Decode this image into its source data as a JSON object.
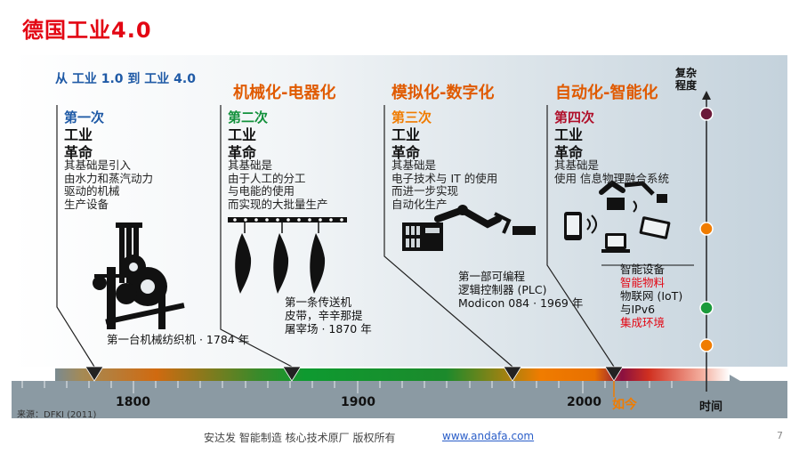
{
  "title": "德国工业4.0",
  "subtitle": "从 工业 1.0 到 工业 4.0",
  "complexity_label": [
    "复杂",
    "程度"
  ],
  "eras": [
    {
      "label": "机械化-电器化",
      "color": "#e05a00"
    },
    {
      "label": "模拟化-数字化",
      "color": "#e05a00"
    },
    {
      "label": "自动化-智能化",
      "color": "#e05a00"
    }
  ],
  "revolutions": [
    {
      "number": "第一次",
      "color": "#1f5aa6",
      "line1": "工业",
      "line2": "革命",
      "desc": [
        "其基础是引入",
        "由水力和蒸汽动力",
        "驱动的机械",
        "生产设备"
      ],
      "milestone": [
        "第一台机械纺织机 · 1784 年"
      ]
    },
    {
      "number": "第二次",
      "color": "#13913c",
      "line1": "工业",
      "line2": "革命",
      "desc": [
        "其基础是",
        "由于人工的分工",
        "与电能的使用",
        "而实现的大批量生产"
      ],
      "milestone": [
        "第一条传送机",
        "皮带，辛辛那提",
        "屠宰场 · 1870 年"
      ]
    },
    {
      "number": "第三次",
      "color": "#f07c00",
      "line1": "工业",
      "line2": "革命",
      "desc": [
        "其基础是",
        "电子技术与 IT 的使用",
        "而进一步实现",
        "自动化生产"
      ],
      "milestone": [
        "第一部可编程",
        "逻辑控制器 (PLC)",
        "Modicon 084 · 1969 年"
      ]
    },
    {
      "number": "第四次",
      "color": "#b0102b",
      "line1": "工业",
      "line2": "革命",
      "desc": [
        "其基础是",
        "使用 信息物理融合系统"
      ],
      "milestone": []
    }
  ],
  "devices": [
    {
      "text": "智能设备",
      "color": "#111111"
    },
    {
      "text": "智能物料",
      "color": "#e30613"
    },
    {
      "text": "物联网 (IoT)",
      "color": "#111111"
    },
    {
      "text": "与IPv6",
      "color": "#111111"
    },
    {
      "text": "集成环境",
      "color": "#e30613"
    }
  ],
  "complexity_dot_colors": [
    "#6b1a3a",
    "#f07c00",
    "#1a9a3a",
    "#f07c00"
  ],
  "years": [
    "1800",
    "1900",
    "2000"
  ],
  "now_label": "如今",
  "time_label": "时间",
  "source": "来源：DFKI (2011)",
  "footer": {
    "text": "安达发   智能制造 核心技术原厂    版权所有",
    "link": "www.andafa.com",
    "page": "7"
  }
}
